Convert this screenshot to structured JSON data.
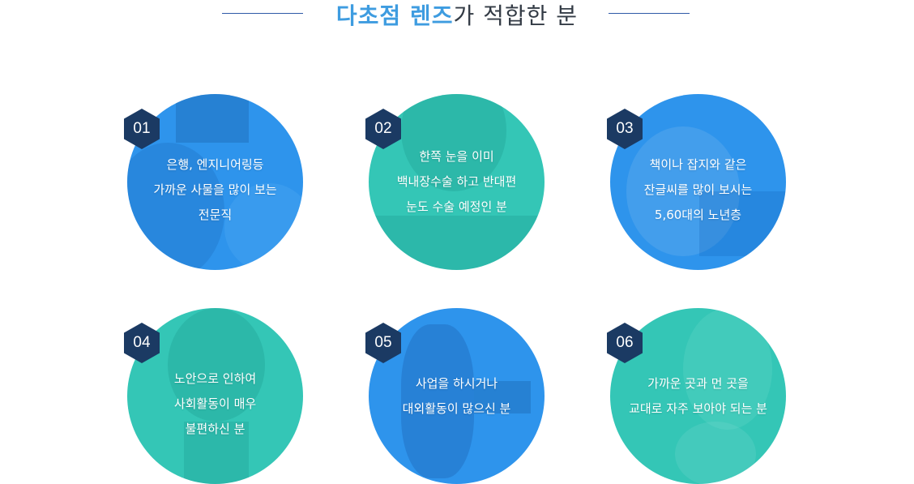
{
  "title": {
    "accent": "다초점 렌즈",
    "rest": "가 적합한 분"
  },
  "cards": [
    {
      "number": "01",
      "lines": [
        "은행, 엔지니어링등",
        "가까운 사물을 많이 보는",
        "전문직"
      ]
    },
    {
      "number": "02",
      "lines": [
        "한쪽 눈을 이미",
        "백내장수술 하고 반대편",
        "눈도 수술 예정인 분"
      ]
    },
    {
      "number": "03",
      "lines": [
        "책이나 잡지와 같은",
        "잔글씨를 많이 보시는",
        "5,60대의 노년층"
      ]
    },
    {
      "number": "04",
      "lines": [
        "노안으로 인하여",
        "사회활동이 매우",
        "불편하신 분"
      ]
    },
    {
      "number": "05",
      "lines": [
        "사업을 하시거나",
        "대외활동이 많으신 분"
      ]
    },
    {
      "number": "06",
      "lines": [
        "가까운 곳과 먼 곳을",
        "교대로 자주 보아야 되는 분"
      ]
    }
  ],
  "colors": {
    "blue": "#2e94ec",
    "teal": "#34c6b6",
    "badge": "#1b3a63",
    "accent": "#3e9ce0"
  }
}
